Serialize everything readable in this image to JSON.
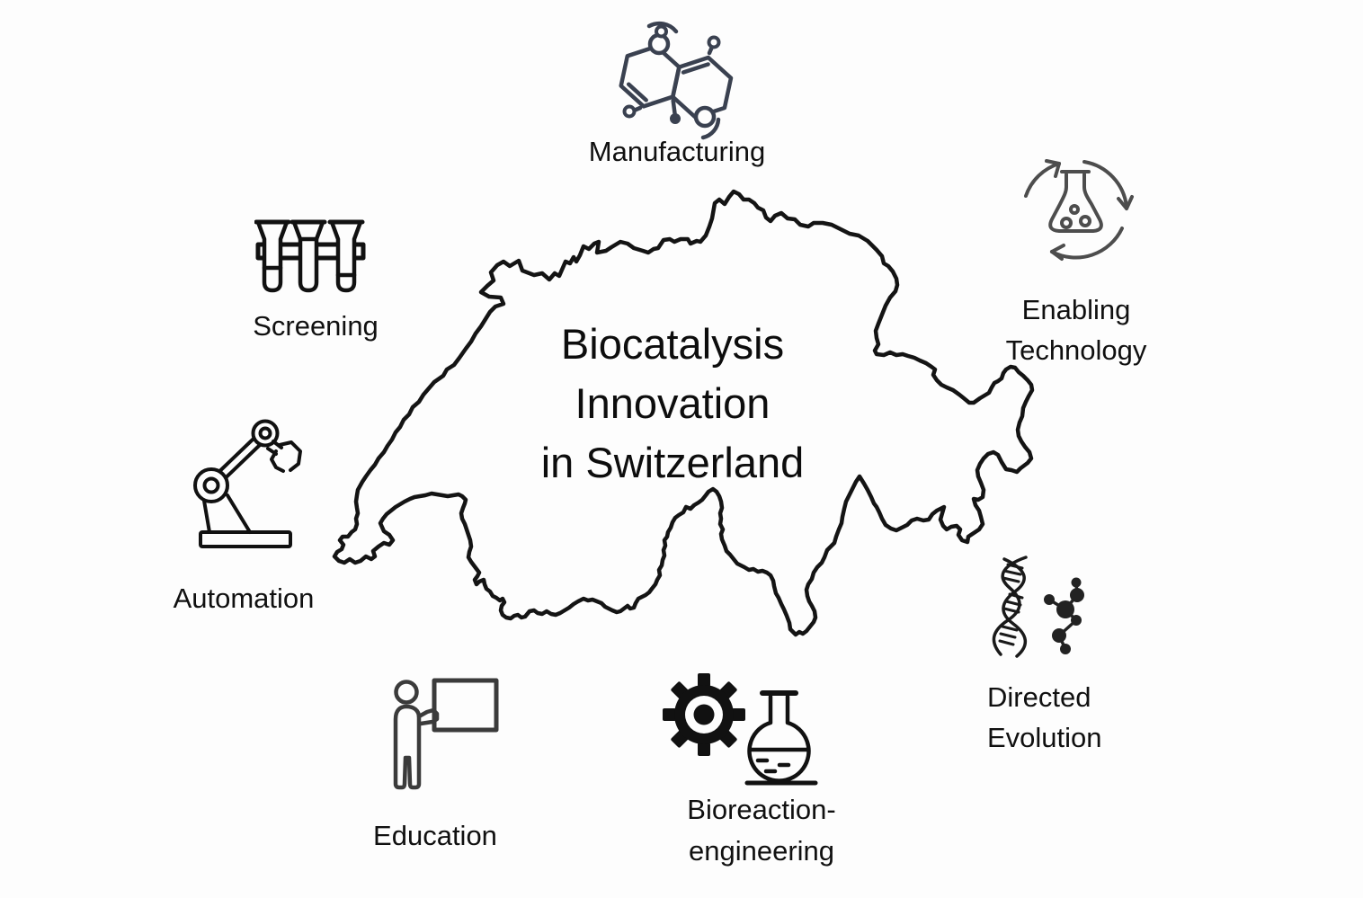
{
  "figure": {
    "title_lines": [
      "Biocatalysis",
      "Innovation",
      "in Switzerland"
    ],
    "map": {
      "shape": "Switzerland border outline"
    },
    "nodes": {
      "manufacturing": {
        "label": "Manufacturing",
        "icon": "molecule-icon"
      },
      "enabling_technology": {
        "label_lines": [
          "Enabling",
          "Technology"
        ],
        "icon": "flask-cycle-icon"
      },
      "screening": {
        "label": "Screening",
        "icon": "test-tubes-icon"
      },
      "automation": {
        "label": "Automation",
        "icon": "robot-arm-icon"
      },
      "directed_evolution": {
        "label_lines": [
          "Directed",
          "Evolution"
        ],
        "icon": "dna-molecule-icon"
      },
      "education": {
        "label": "Education",
        "icon": "teacher-whiteboard-icon"
      },
      "bioreaction_engineering": {
        "label_lines": [
          "Bioreaction-",
          "engineering"
        ],
        "icon": "gear-flask-icon"
      }
    },
    "colors": {
      "background": "#fdfdfd",
      "map_outline": "#141414",
      "icon_black": "#111111",
      "molecule_navy": "#3a4150",
      "recycle_gray": "#4d4d4d",
      "education_gray": "#3b3b3b",
      "text": "#0d0d0d"
    }
  }
}
